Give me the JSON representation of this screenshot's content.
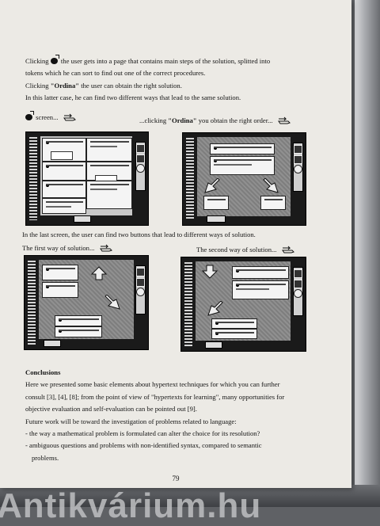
{
  "intro": {
    "line1_pre": "Clicking",
    "line1_post": "the user gets into a page that contains main steps of the solution, splitted into",
    "line2": "tokens which he can sort to find out one of the correct procedures.",
    "line3_pre": "Clicking ",
    "line3_bold": "\"Ordina\"",
    "line3_post": " the user can obtain the right solution.",
    "line4": "In this latter case, he can find two different ways that lead to the same solution."
  },
  "captions": {
    "screen": "screen...",
    "clicking_pre": "...clicking ",
    "clicking_bold": "\"Ordina\"",
    "clicking_post": " you obtain the right order...",
    "last_screen": "In the last screen, the user can find two buttons that lead to different ways of solution.",
    "first_way": "The first way of solution...",
    "second_way": "The second way of solution..."
  },
  "conclusions": {
    "heading": "Conclusions",
    "lines": [
      "Here we presented some basic elements about hypertext techniques for which you can further",
      "consult [3], [4], [8]; from the point of view of \"hypertexts for learning\", many opportunities for",
      "objective evaluation and self-evaluation can be pointed out [9].",
      "Future work will be toward the investigation of problems related to language:",
      "- the way a mathematical problem is formulated can alter the choice for its resolution?",
      "- ambiguous questions and problems with non-identified syntax, compared to semantic",
      "  problems."
    ]
  },
  "page_number": "79",
  "watermark": "Antikvárium.hu",
  "icons": [
    "bomb-icon",
    "pointing-hand-icon"
  ],
  "colors": {
    "paper": "#eceae5",
    "screen_frame": "#1a1a1a",
    "text": "#141414"
  }
}
